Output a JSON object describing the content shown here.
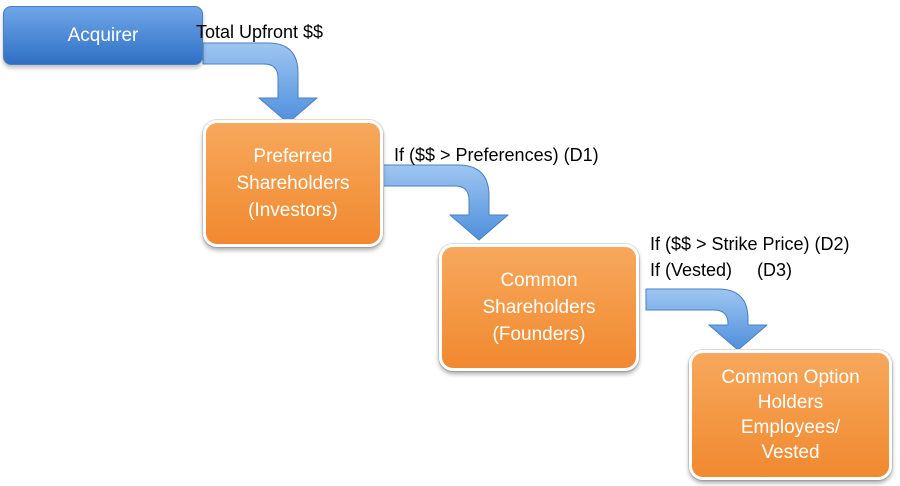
{
  "colors": {
    "node_blue_top": "#6fa6e8",
    "node_blue_bottom": "#2f6fc4",
    "node_orange_top": "#f7a85c",
    "node_orange_bottom": "#f1892f",
    "arrow_top": "#9ec6f2",
    "arrow_bottom": "#4f8fdc",
    "arrow_stroke": "#4a7fc0"
  },
  "nodes": {
    "acquirer": {
      "lines": [
        "Acquirer"
      ]
    },
    "preferred": {
      "lines": [
        "Preferred",
        "Shareholders",
        "(Investors)"
      ]
    },
    "common": {
      "lines": [
        "Common",
        "Shareholders",
        "(Founders)"
      ]
    },
    "option_holders": {
      "lines": [
        "Common Option",
        "Holders",
        "Employees/",
        "Vested"
      ]
    }
  },
  "labels": {
    "total_upfront": "Total Upfront $$",
    "d1": "If ($$ > Preferences)  (D1)",
    "d2": "If ($$ > Strike Price) (D2)",
    "d3": "If (Vested)     (D3)"
  }
}
